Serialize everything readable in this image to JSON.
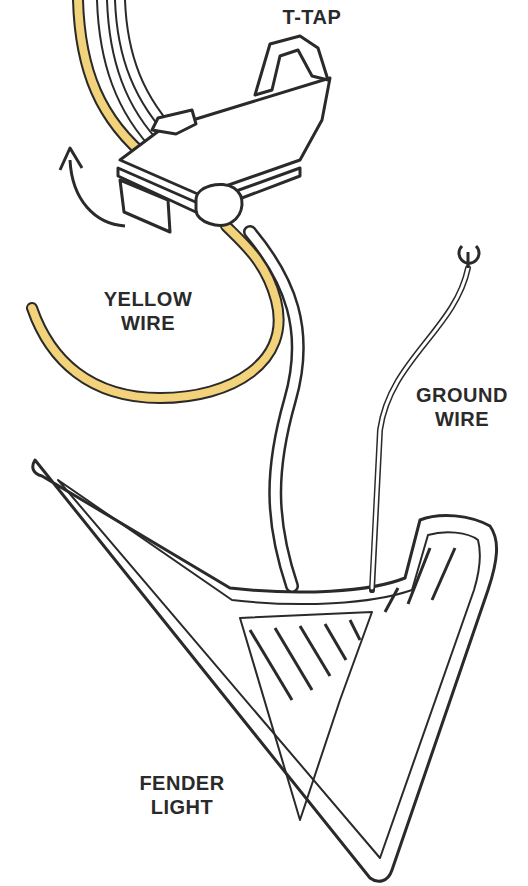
{
  "diagram": {
    "labels": [
      "T-TAP",
      "YELLOW WIRE",
      "GROUND WIRE",
      "FENDER LIGHT"
    ]
  }
}
